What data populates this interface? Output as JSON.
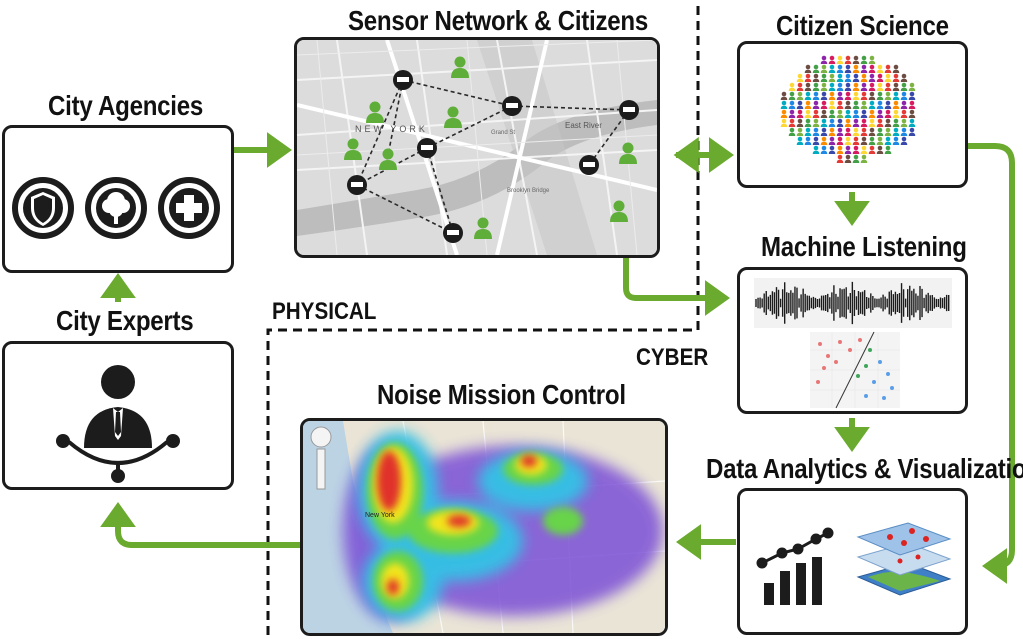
{
  "nodes": {
    "city_agencies": "City Agencies",
    "city_experts": "City Experts",
    "sensor_network": "Sensor Network & Citizens",
    "citizen_science": "Citizen Science",
    "machine_listening": "Machine Listening",
    "data_analytics": "Data Analytics & Visualization",
    "noise_mission_control": "Noise Mission Control"
  },
  "zones": {
    "physical": "PHYSICAL",
    "cyber": "CYBER"
  },
  "map_labels": {
    "new_york": "NEW YORK",
    "east_river": "East River",
    "brooklyn_bridge": "Brooklyn Bridge",
    "grand_st": "Grand St",
    "new_york_heat": "New York"
  },
  "agency_icons": [
    "shield-icon",
    "tree-icon",
    "plus-icon"
  ],
  "colors": {
    "arrow_green": "#6aaa2e",
    "box_border": "#1c1c1c",
    "heat_hot": "#e0312a",
    "heat_warm": "#f2e51d",
    "heat_cool": "#7a4fd6"
  }
}
